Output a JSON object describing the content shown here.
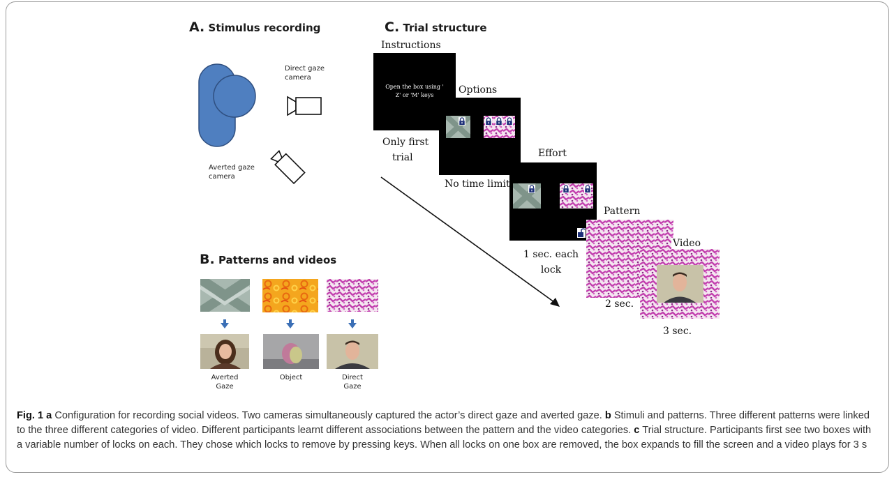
{
  "panel_a": {
    "letter": "A.",
    "title": "Stimulus recording",
    "direct_camera_label_1": "Direct gaze",
    "direct_camera_label_2": "camera",
    "averted_camera_label_1": "Averted gaze",
    "averted_camera_label_2": "camera"
  },
  "panel_b": {
    "letter": "B.",
    "title": "Patterns and videos",
    "items": [
      {
        "label_1": "Averted",
        "label_2": "Gaze"
      },
      {
        "label_1": "Object",
        "label_2": ""
      },
      {
        "label_1": "Direct",
        "label_2": "Gaze"
      }
    ]
  },
  "panel_c": {
    "letter": "C.",
    "title": "Trial structure",
    "instructions_title": "Instructions",
    "instructions_text_1": "Open the box using '",
    "instructions_text_2": "Z' or 'M' keys",
    "instructions_note_1": "Only first",
    "instructions_note_2": "trial",
    "options_title": "Options",
    "options_note": "No time limit",
    "effort_title": "Effort",
    "effort_note_1": "1 sec. each",
    "effort_note_2": "lock",
    "pattern_title": "Pattern",
    "pattern_note": "2 sec.",
    "video_title": "Video",
    "video_note": "3 sec."
  },
  "caption": {
    "fig_label": "Fig. 1",
    "a": "a",
    "a_text": " Configuration for recording social videos. Two cameras simultaneously captured the actor’s direct gaze and averted gaze. ",
    "b": "b",
    "b_text": " Stimuli and patterns. Three different patterns were linked to the three different categories of video. Different participants learnt different associations between the pattern and the video categories. ",
    "c": "c",
    "c_text": " Trial structure. Participants first see two boxes with a variable number of locks on each. They chose which locks to remove by pressing keys. When all locks on one box are removed, the box expands to fill the screen and a video plays for 3 s"
  },
  "colors": {
    "actor_blue": "#4f7fc0",
    "arrow_blue": "#3b6fb6",
    "pattern_pink": "#c23fae",
    "pattern_gray": "#8fa29a",
    "pattern_orange": "#f2a51c"
  }
}
